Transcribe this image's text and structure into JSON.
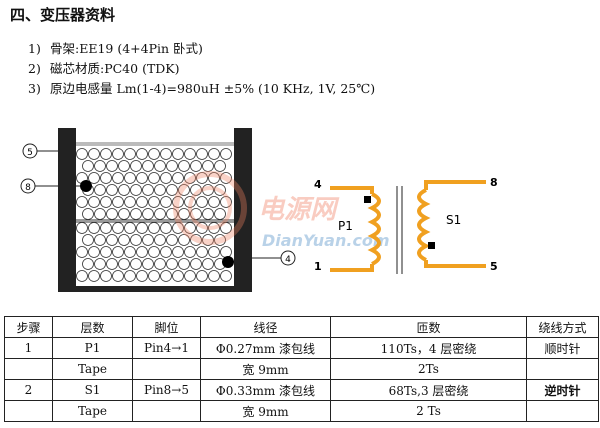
{
  "title": "四、变压器资料",
  "specs": [
    {
      "num": "1)",
      "text": "骨架:EE19 (4+4Pin 卧式)"
    },
    {
      "num": "2)",
      "text": "磁芯材质:PC40 (TDK)"
    },
    {
      "num": "3)",
      "text": "原边电感量 Lm(1-4)=980uH ±5% (10 KHz, 1V, 25℃)"
    }
  ],
  "diagram": {
    "pins": {
      "p4": "4",
      "p1": "1",
      "p8": "8",
      "p5": "5"
    },
    "primary_label": "P1",
    "secondary_label": "S1",
    "callouts": {
      "c5": "5",
      "c8": "8",
      "c4": "4"
    },
    "watermark": {
      "main": "电源网",
      "sub": "DianYuan.com"
    },
    "colors": {
      "winding": "#f0a020",
      "core": "#222222"
    }
  },
  "table": {
    "headers": [
      "步骤",
      "层数",
      "脚位",
      "线径",
      "匝数",
      "绕线方式"
    ],
    "rows": [
      [
        "1",
        "P1",
        "Pin4→1",
        "Φ0.27mm 漆包线",
        "110Ts，4 层密绕",
        "顺时针"
      ],
      [
        "",
        "Tape",
        "",
        "宽 9mm",
        "2Ts",
        ""
      ],
      [
        "2",
        "S1",
        "Pin8→5",
        "Φ0.33mm 漆包线",
        "68Ts,3 层密绕",
        "逆时针"
      ],
      [
        "",
        "Tape",
        "",
        "宽 9mm",
        "2 Ts",
        ""
      ]
    ]
  }
}
